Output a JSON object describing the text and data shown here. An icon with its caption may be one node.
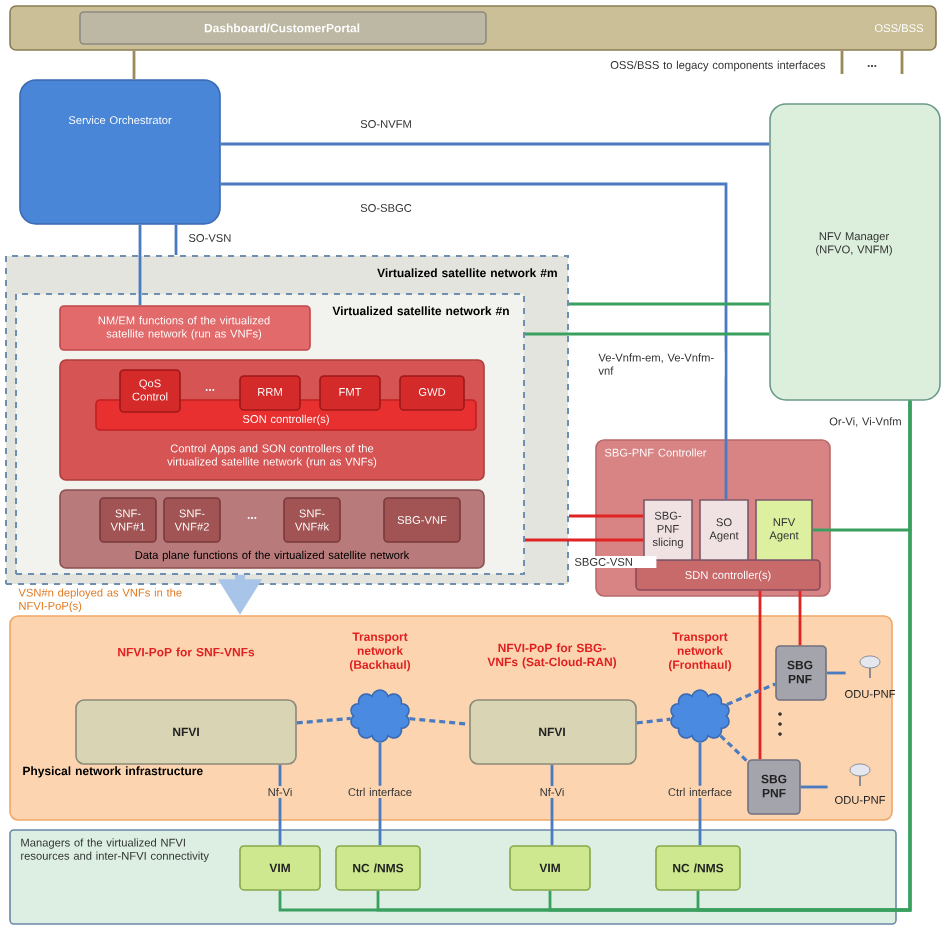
{
  "diagram": {
    "nodes": [
      {
        "text": [
          "OSS/BSS"
        ]
      },
      {
        "text": [
          "Dashboard/CustomerPortal"
        ],
        "in": 0
      },
      {
        "text": [
          "Service Orchestrator"
        ]
      },
      {
        "text": [
          "NFV Manager (NFVO, VNFM)"
        ]
      },
      {
        "text": [
          "Virtualized satellite network #m"
        ]
      },
      {
        "text": [
          "Virtualized satellite network #n"
        ],
        "in": 4
      },
      {
        "text": [
          "NM/EM functions of the virtualized satellite network (run as VNFs)"
        ],
        "in": 5
      },
      {
        "text": [
          "Control Apps and SON controllers of the virtualized satellite network (run as VNFs)"
        ],
        "in": 5
      },
      {
        "text": [
          "SON controller(s)"
        ],
        "in": 7
      },
      {
        "text": [
          "QoS Control"
        ],
        "in": 7
      },
      {
        "text": [
          "RRM"
        ],
        "in": 7
      },
      {
        "text": [
          "FMT"
        ],
        "in": 7
      },
      {
        "text": [
          "GWD"
        ],
        "in": 7
      },
      {
        "text": [
          "Data plane functions of the virtualized satellite network"
        ],
        "in": 5
      },
      {
        "text": [
          "SNF-VNF#1"
        ],
        "in": 13
      },
      {
        "text": [
          "SNF-VNF#2"
        ],
        "in": 13
      },
      {
        "text": [
          "SNF-VNF#k"
        ],
        "in": 13
      },
      {
        "text": [
          "SBG-VNF"
        ],
        "in": 13
      },
      {
        "text": [
          "SBG-PNF Controller"
        ]
      },
      {
        "text": [
          "SDN controller(s)"
        ],
        "in": 18
      },
      {
        "text": [
          "SBG-PNF slicing"
        ],
        "in": 18
      },
      {
        "text": [
          "SO Agent"
        ],
        "in": 18
      },
      {
        "text": [
          "NFV Agent"
        ],
        "in": 18
      },
      {
        "text": [
          "Physical network infrastructure"
        ]
      },
      {
        "text": [
          "NFVI"
        ],
        "in": 23
      },
      {
        "text": [],
        "shape": "cloud",
        "beside": [
          "Transport network (Backhaul)"
        ],
        "in": 23
      },
      {
        "text": [
          "NFVI"
        ],
        "in": 23
      },
      {
        "text": [],
        "shape": "cloud",
        "beside": [
          "Transport network (Fronthaul)"
        ],
        "in": 23
      },
      {
        "text": [
          "SBG PNF"
        ],
        "in": 23
      },
      {
        "text": [
          "SBG PNF"
        ],
        "in": 23
      },
      {
        "text": [
          "ODU-PNF"
        ],
        "in": 23
      },
      {
        "text": [
          "ODU-PNF"
        ],
        "in": 23
      },
      {
        "text": [
          "Managers of the virtualized NFVI resources and inter-NFVI connectivity"
        ]
      },
      {
        "text": [
          "VIM"
        ],
        "in": 32
      },
      {
        "text": [
          "NC /NMS"
        ],
        "in": 32
      },
      {
        "text": [
          "VIM"
        ],
        "in": 32
      },
      {
        "text": [
          "NC /NMS"
        ],
        "in": 32
      }
    ],
    "edges": [
      {
        "from": 0,
        "to": 2,
        "arrow": "none",
        "color": "#9a8a5a"
      },
      {
        "from": 2,
        "to": 3,
        "arrow": "none",
        "label": "SO-NVFM"
      },
      {
        "from": 2,
        "to": 21,
        "arrow": "none",
        "label": "SO-SBGC"
      },
      {
        "from": 2,
        "to": 4,
        "arrow": "none",
        "label": "SO-VSN"
      },
      {
        "from": 2,
        "to": 6,
        "arrow": "none"
      },
      {
        "from": 4,
        "to": 3,
        "arrow": "none",
        "color": "#3aa060"
      },
      {
        "from": 5,
        "to": 3,
        "arrow": "none",
        "color": "#3aa060",
        "label": "Ve-Vnfm-em, Ve-Vnfm-vnf"
      },
      {
        "from": 3,
        "to": 22,
        "arrow": "none",
        "color": "#3aa060",
        "label": "Or-Vi, Vi-Vnfm"
      },
      {
        "from": 33,
        "to": 3,
        "arrow": "none",
        "color": "#3aa060"
      },
      {
        "from": 34,
        "to": 3,
        "arrow": "none",
        "color": "#3aa060"
      },
      {
        "from": 35,
        "to": 3,
        "arrow": "none",
        "color": "#3aa060"
      },
      {
        "from": 36,
        "to": 3,
        "arrow": "none",
        "color": "#3aa060"
      },
      {
        "from": 4,
        "to": 20,
        "arrow": "none",
        "color": "#e02424"
      },
      {
        "from": 5,
        "to": 20,
        "arrow": "none",
        "color": "#e02424",
        "label": "SBGC-VSN"
      },
      {
        "from": 19,
        "to": 28,
        "arrow": "none",
        "color": "#e02424"
      },
      {
        "from": 19,
        "to": 29,
        "arrow": "none",
        "color": "#e02424"
      },
      {
        "from": 24,
        "to": 25,
        "arrow": "none",
        "style": "dashed"
      },
      {
        "from": 25,
        "to": 26,
        "arrow": "none",
        "style": "dashed"
      },
      {
        "from": 26,
        "to": 27,
        "arrow": "none",
        "style": "dashed"
      },
      {
        "from": 27,
        "to": 28,
        "arrow": "none",
        "style": "dashed"
      },
      {
        "from": 27,
        "to": 29,
        "arrow": "none",
        "style": "dashed"
      },
      {
        "from": 28,
        "to": 30,
        "arrow": "none"
      },
      {
        "from": 29,
        "to": 31,
        "arrow": "none"
      },
      {
        "from": 24,
        "to": 33,
        "arrow": "none",
        "label": "Nf-Vi"
      },
      {
        "from": 25,
        "to": 34,
        "arrow": "none",
        "label": "Ctrl interface"
      },
      {
        "from": 26,
        "to": 35,
        "arrow": "none",
        "label": "Nf-Vi"
      },
      {
        "from": 27,
        "to": 36,
        "arrow": "none",
        "label": "Ctrl interface"
      },
      {
        "from": 5,
        "to": 23,
        "arrow": "to",
        "style": "thick",
        "color": "#a8c4e8"
      },
      {
        "from": 0,
        "to": null,
        "arrow": "none",
        "color": "#9a8a5a"
      },
      {
        "from": 0,
        "to": null,
        "arrow": "none",
        "color": "#9a8a5a"
      }
    ],
    "labels": [
      "OSS/BSS to legacy components interfaces",
      "...",
      "...",
      "...",
      "VSN#n deployed as VNFs in the NFVI-PoP(s)",
      "NFVI-PoP for SNF-VNFs",
      "NFVI-PoP for SBG-VNFs (Sat-Cloud-RAN)"
    ]
  }
}
